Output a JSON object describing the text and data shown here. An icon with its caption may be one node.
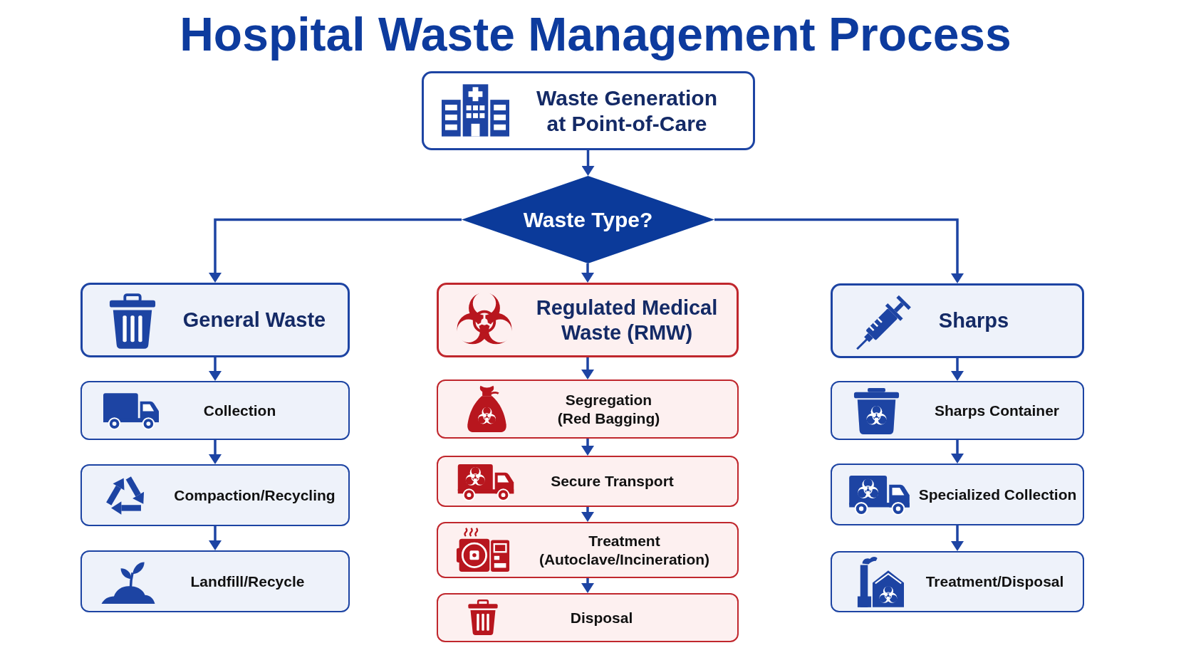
{
  "diagram": {
    "title": "Hospital Waste Management Process",
    "nodes": [
      {
        "text": [
          "Waste Generation at Point-of-Care"
        ]
      },
      {
        "text": [
          "Waste Type?"
        ]
      },
      {
        "text": [
          "General Waste"
        ]
      },
      {
        "text": [
          "Collection"
        ]
      },
      {
        "text": [
          "Compaction/Recycling"
        ]
      },
      {
        "text": [
          "Landfill/Recycle"
        ]
      },
      {
        "text": [
          "Regulated Medical Waste (RMW)"
        ]
      },
      {
        "text": [
          "Segregation (Red Bagging)"
        ]
      },
      {
        "text": [
          "Secure Transport"
        ]
      },
      {
        "text": [
          "Treatment (Autoclave/Incineration)"
        ]
      },
      {
        "text": [
          "Disposal"
        ]
      },
      {
        "text": [
          "Sharps"
        ]
      },
      {
        "text": [
          "Sharps Container"
        ]
      },
      {
        "text": [
          "Specialized Collection"
        ]
      },
      {
        "text": [
          "Treatment/Disposal"
        ]
      }
    ],
    "edges": [
      {
        "from": 0,
        "to": 1,
        "arrow": "to"
      },
      {
        "from": 1,
        "to": 2,
        "arrow": "to"
      },
      {
        "from": 1,
        "to": 6,
        "arrow": "to"
      },
      {
        "from": 1,
        "to": 11,
        "arrow": "to"
      },
      {
        "from": 2,
        "to": 3,
        "arrow": "to"
      },
      {
        "from": 3,
        "to": 4,
        "arrow": "to"
      },
      {
        "from": 4,
        "to": 5,
        "arrow": "to"
      },
      {
        "from": 6,
        "to": 7,
        "arrow": "to"
      },
      {
        "from": 7,
        "to": 8,
        "arrow": "to"
      },
      {
        "from": 8,
        "to": 9,
        "arrow": "to"
      },
      {
        "from": 9,
        "to": 10,
        "arrow": "to"
      },
      {
        "from": 11,
        "to": 12,
        "arrow": "to"
      },
      {
        "from": 12,
        "to": 13,
        "arrow": "to"
      },
      {
        "from": 13,
        "to": 14,
        "arrow": "to"
      }
    ]
  }
}
